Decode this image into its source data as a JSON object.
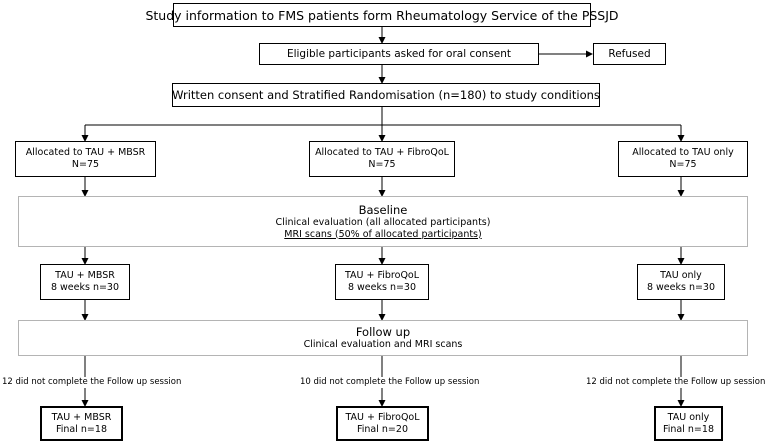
{
  "top": {
    "study_info": "Study information to FMS patients form Rheumatology Service of the PSSJD",
    "eligible": "Eligible participants asked for oral consent",
    "refused": "Refused",
    "randomisation": "Written consent and Stratified Randomisation (n=180) to study conditions"
  },
  "allocation": [
    {
      "line1": "Allocated to TAU + MBSR",
      "line2": "N=75"
    },
    {
      "line1": "Allocated to TAU + FibroQoL",
      "line2": "N=75"
    },
    {
      "line1": "Allocated to TAU only",
      "line2": "N=75"
    }
  ],
  "baseline": {
    "title": "Baseline",
    "line1": "Clinical evaluation (all allocated participants)",
    "line2": "MRI scans (50% of allocated participants)"
  },
  "intervention": [
    {
      "line1": "TAU + MBSR",
      "line2": "8 weeks n=30"
    },
    {
      "line1": "TAU + FibroQoL",
      "line2": "8 weeks n=30"
    },
    {
      "line1": "TAU only",
      "line2": "8 weeks n=30"
    }
  ],
  "followup": {
    "title": "Follow up",
    "line1": "Clinical evaluation and MRI scans"
  },
  "dropout": [
    "12 did not complete the Follow up session",
    "10 did not complete the Follow up session",
    "12 did not complete the Follow up session"
  ],
  "final": [
    {
      "line1": "TAU + MBSR",
      "line2": "Final n=18"
    },
    {
      "line1": "TAU + FibroQoL",
      "line2": "Final n=20"
    },
    {
      "line1": "TAU only",
      "line2": "Final n=18"
    }
  ]
}
